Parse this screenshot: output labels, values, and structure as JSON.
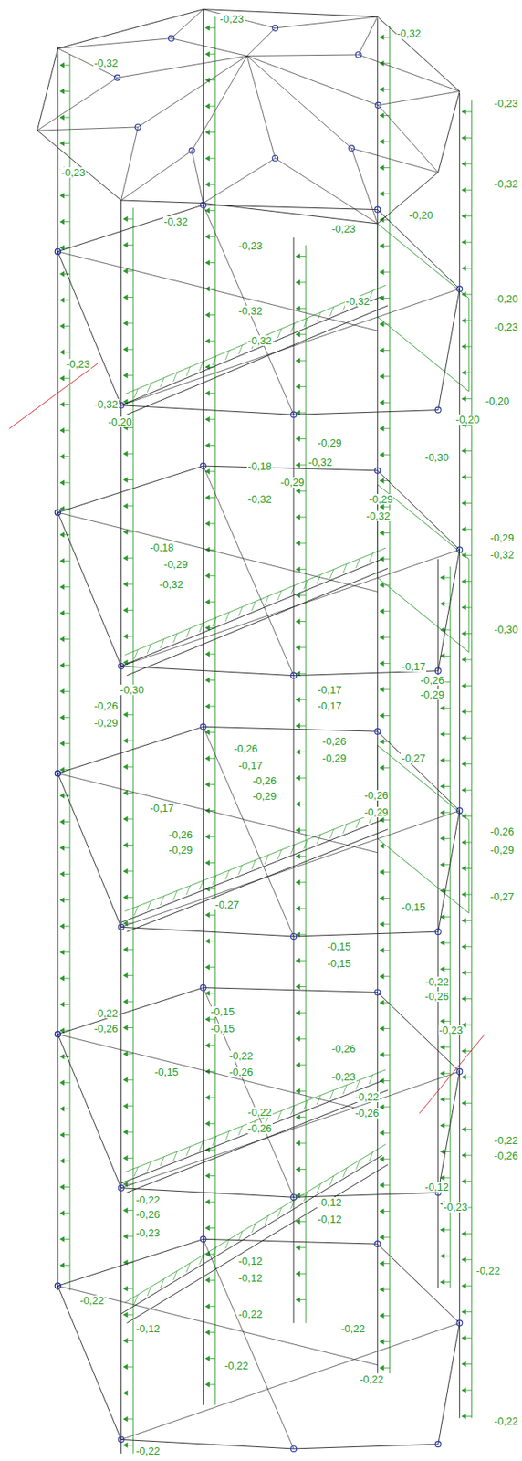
{
  "diagram": {
    "labels": [
      "-0,23",
      "-0,32",
      "-0,32",
      "-0,23",
      "-0,23",
      "-0,32",
      "-0,32",
      "-0,23",
      "-0,20",
      "-0,23",
      "-0,20",
      "-0,23",
      "-0,32",
      "-0,32",
      "-0,32",
      "-0,23",
      "-0,20",
      "-0,32",
      "-0,20",
      "-0,20",
      "-0,29",
      "-0,32",
      "-0,30",
      "-0,18",
      "-0,29",
      "-0,32",
      "-0,29",
      "-0,32",
      "-0,29",
      "-0,32",
      "-0,18",
      "-0,29",
      "-0,32",
      "-0,30",
      "-0,17",
      "-0,26",
      "-0,29",
      "-0,26",
      "-0,29",
      "-0,30",
      "-0,17",
      "-0,17",
      "-0,26",
      "-0,29",
      "-0,26",
      "-0,17",
      "-0,27",
      "-0,26",
      "-0,29",
      "-0,26",
      "-0,29",
      "-0,17",
      "-0,26",
      "-0,29",
      "-0,26",
      "-0,29",
      "-0,27",
      "-0,27",
      "-0,15",
      "-0,15",
      "-0,15",
      "-0,22",
      "-0,26",
      "-0,22",
      "-0,26",
      "-0,23",
      "-0,15",
      "-0,15",
      "-0,22",
      "-0,26",
      "-0,26",
      "-0,23",
      "-0,15",
      "-0,22",
      "-0,26",
      "-0,22",
      "-0,26",
      "-0,22",
      "-0,26",
      "-0,22",
      "-0,26",
      "-0,12",
      "-0,23",
      "-0,23",
      "-0,12",
      "-0,12",
      "-0,22",
      "-0,12",
      "-0,12",
      "-0,22",
      "-0,22",
      "-0,12",
      "-0,22",
      "-0,22",
      "-0,22",
      "-0,22",
      "-0,22"
    ]
  }
}
